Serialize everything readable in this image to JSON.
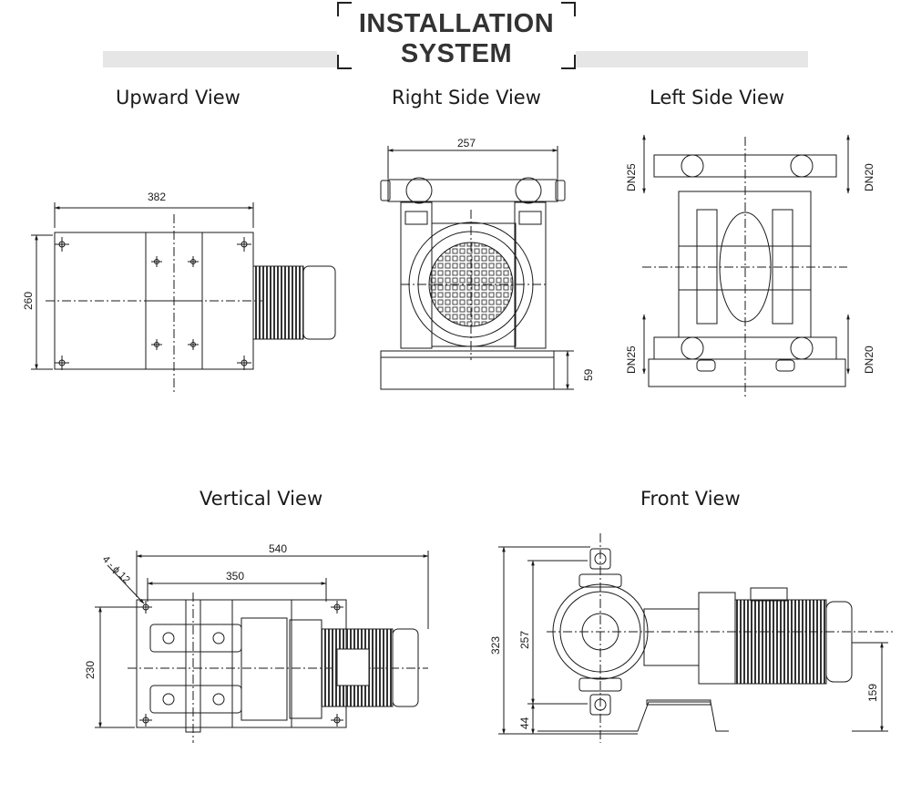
{
  "header": {
    "title_line1": "INSTALLATION",
    "title_line2": "SYSTEM"
  },
  "views": {
    "upward": {
      "label": "Upward View",
      "dims": {
        "width": "382",
        "height": "260"
      }
    },
    "right_side": {
      "label": "Right Side View",
      "dims": {
        "width": "257",
        "base_height": "59"
      }
    },
    "left_side": {
      "label": "Left Side View",
      "dims": {
        "top_left": "DN25",
        "top_right": "DN20",
        "bottom_left": "DN25",
        "bottom_right": "DN20"
      }
    },
    "vertical": {
      "label": "Vertical View",
      "dims": {
        "overall_width": "540",
        "bolt_spacing": "350",
        "depth": "230",
        "holes": "4 - ϕ 12"
      }
    },
    "front": {
      "label": "Front View",
      "dims": {
        "overall_height": "323",
        "port_height": "257",
        "base_height": "44",
        "shaft_height": "159"
      }
    }
  }
}
